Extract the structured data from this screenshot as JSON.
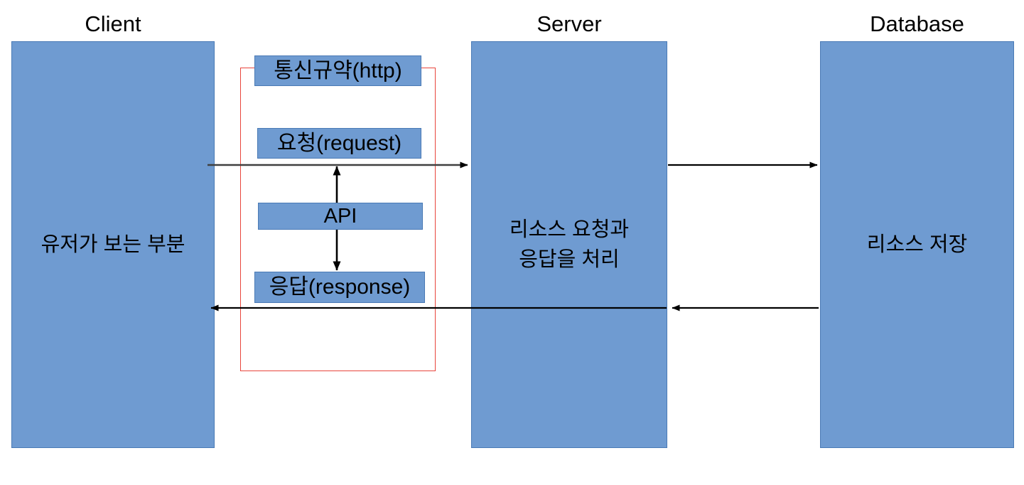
{
  "diagram": {
    "background": "#ffffff",
    "box_fill": "#6f9bd1",
    "box_stroke": "#4a7ab5",
    "frame_stroke": "#e8453c",
    "arrow_color": "#000000",
    "columns": [
      {
        "title": "Client",
        "body": "유저가 보는 부분"
      },
      {
        "title": "Server",
        "body": "리소스 요청과\n응답을 처리"
      },
      {
        "title": "Database",
        "body": "리소스 저장"
      }
    ],
    "middle_chips": [
      {
        "label": "통신규약(http)"
      },
      {
        "label": "요청(request)"
      },
      {
        "label": "API"
      },
      {
        "label": "응답(response)"
      }
    ],
    "connectors": [
      {
        "name": "client-to-server-request",
        "direction": "right"
      },
      {
        "name": "server-to-database-request",
        "direction": "right"
      },
      {
        "name": "server-to-client-response",
        "direction": "left"
      },
      {
        "name": "database-to-server-response",
        "direction": "left"
      },
      {
        "name": "api-to-request",
        "direction": "up"
      },
      {
        "name": "api-to-response",
        "direction": "down"
      }
    ]
  }
}
